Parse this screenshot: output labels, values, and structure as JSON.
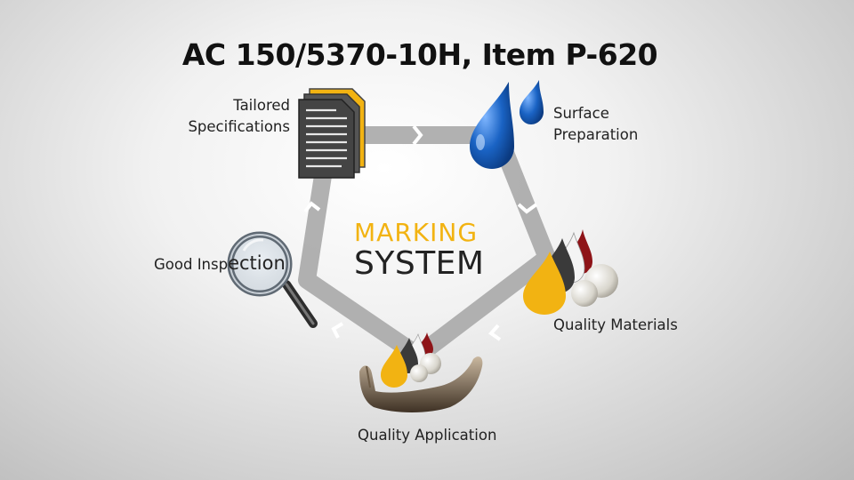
{
  "title": "AC 150/5370-10H, Item P-620",
  "center": {
    "line1": "MARKING",
    "line2": "SYSTEM"
  },
  "stages": {
    "tailored_line1": "Tailored",
    "tailored_line2": "Specifications",
    "surface_line1": "Surface",
    "surface_line2": "Preparation",
    "quality_materials": "Quality Materials",
    "quality_application": "Quality Application",
    "good_prefix": "Good Insp",
    "good_suffix": "ection"
  },
  "colors": {
    "marking_yellow": "#f2b312",
    "drop_blue": "#1a63c4",
    "paint_red": "#8e1418",
    "cycle_gray": "#a9a9a9"
  }
}
